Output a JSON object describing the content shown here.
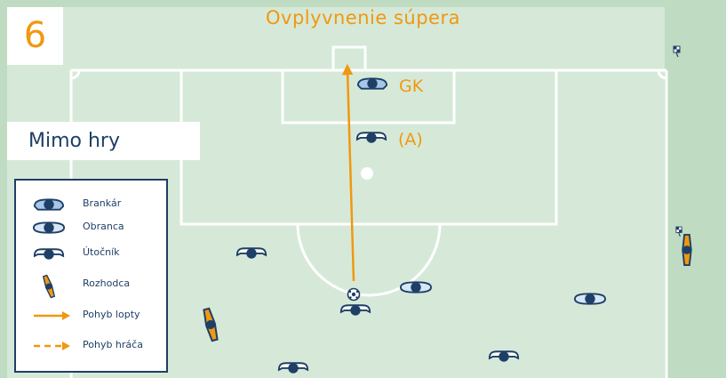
{
  "slide_number": "6",
  "title": "Ovplyvnenie súpera",
  "offside_label": "Mimo hry",
  "labels": {
    "goalkeeper": "GK",
    "attacker": "(A)"
  },
  "legend": {
    "goalkeeper": "Brankár",
    "defender": "Obranca",
    "attacker": "Útočník",
    "referee": "Rozhodca",
    "ball_movement": "Pohyb lopty",
    "player_movement": "Pohyb hráča"
  },
  "colors": {
    "pitch_light": "#d6e9d8",
    "pitch_dark": "#bfdcc3",
    "lines": "#ffffff",
    "accent": "#f0980f",
    "navy": "#1e3f66",
    "player_fill": "#a8c6e8"
  }
}
